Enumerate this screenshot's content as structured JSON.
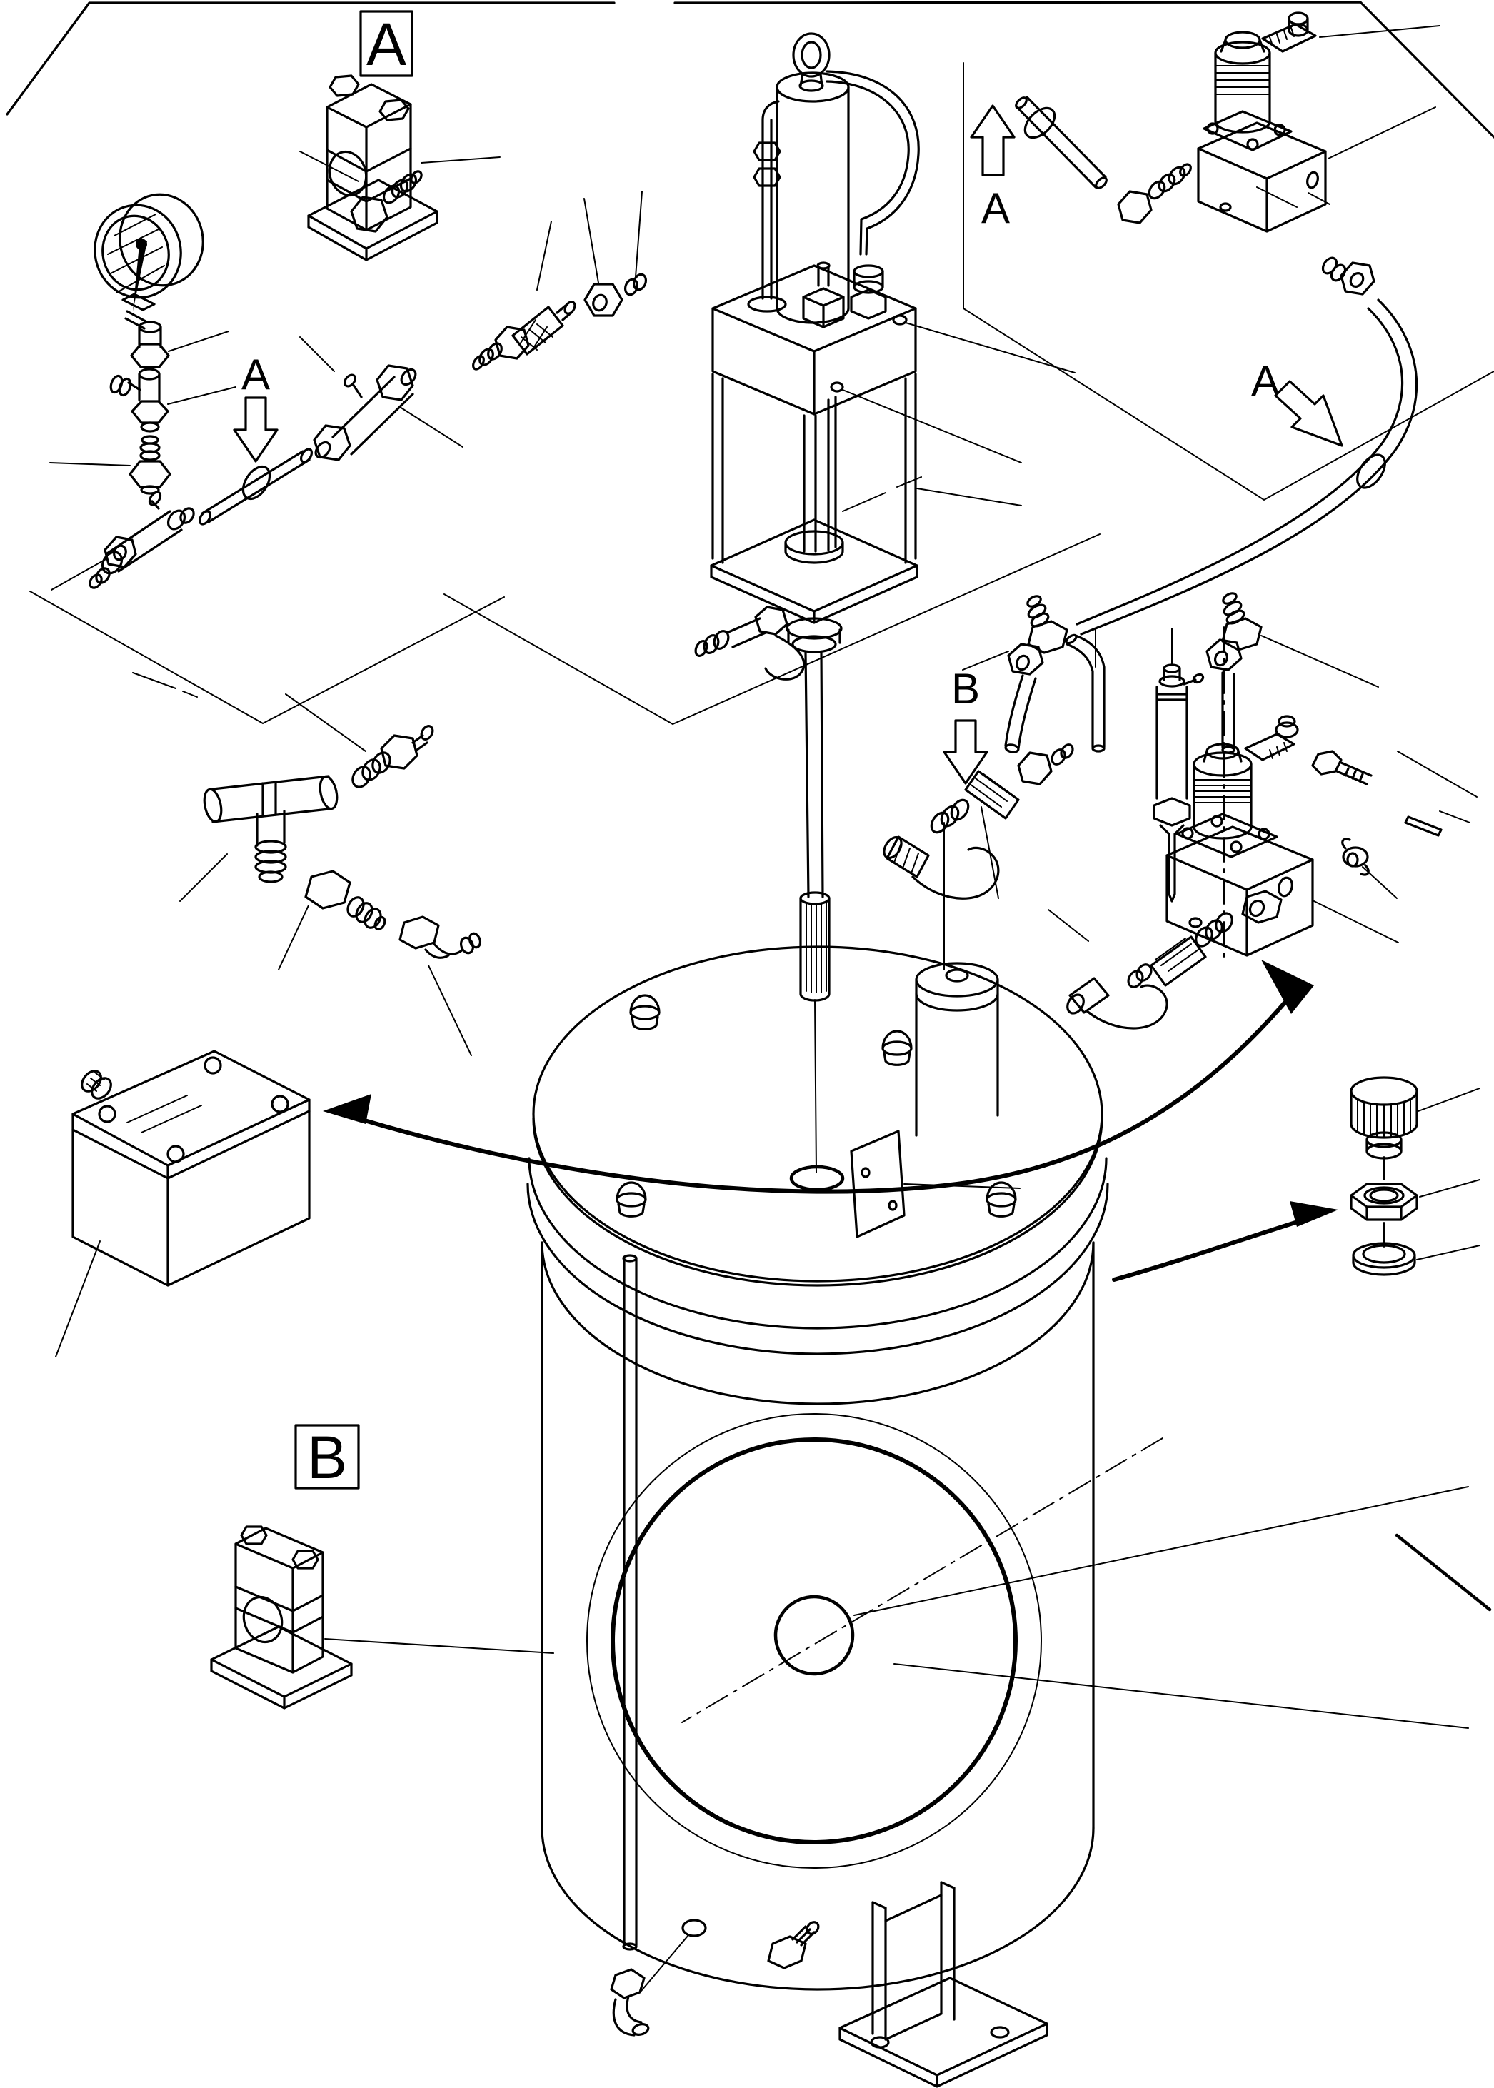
{
  "diagram": {
    "type": "exploded-parts-isometric-drawing",
    "subject": "lubrication pump and drum assembly",
    "background_color": "#ffffff",
    "line_color": "#000000",
    "callouts": {
      "detail_box_a": "A",
      "detail_box_b": "B",
      "flow_arrow_a_left": "A",
      "flow_arrow_a_top_right": "A",
      "flow_arrow_a_right": "A",
      "flow_arrow_b": "B"
    }
  }
}
